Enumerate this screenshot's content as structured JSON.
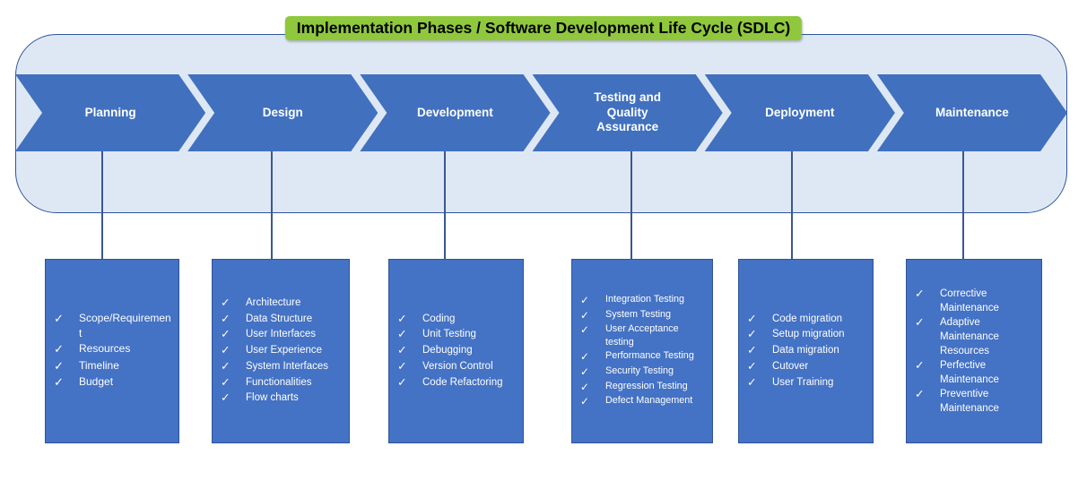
{
  "title": "Implementation Phases / Software Development Life Cycle (SDLC)",
  "checkmark": "✓",
  "palette": {
    "title_bg": "#90c83d",
    "title_text": "#000000",
    "container_fill": "#dee8f5",
    "container_border": "#2f5597",
    "chevron_fill": "#4170bf",
    "box_fill": "#4472c4",
    "box_border": "#2f5597",
    "connector": "#3a5795",
    "item_text": "#ffffff"
  },
  "phases": [
    {
      "label": "Planning",
      "items": [
        "Scope/Requirement",
        "Resources",
        "Timeline",
        "Budget"
      ]
    },
    {
      "label": "Design",
      "items": [
        "Architecture",
        "Data Structure",
        "User Interfaces",
        "User Experience",
        "System Interfaces",
        "Functionalities",
        "Flow charts"
      ]
    },
    {
      "label": "Development",
      "items": [
        "Coding",
        "Unit Testing",
        "Debugging",
        "Version Control",
        "Code Refactoring"
      ]
    },
    {
      "label": "Testing and Quality Assurance",
      "items": [
        "Integration Testing",
        "System Testing",
        "User Acceptance testing",
        "Performance Testing",
        "Security Testing",
        "Regression Testing",
        "Defect Management"
      ]
    },
    {
      "label": "Deployment",
      "items": [
        "Code migration",
        "Setup migration",
        "Data migration",
        "Cutover",
        "User Training"
      ]
    },
    {
      "label": "Maintenance",
      "items": [
        "Corrective Maintenance",
        "Adaptive Maintenance Resources",
        "Perfective Maintenance",
        "Preventive Maintenance"
      ]
    }
  ]
}
